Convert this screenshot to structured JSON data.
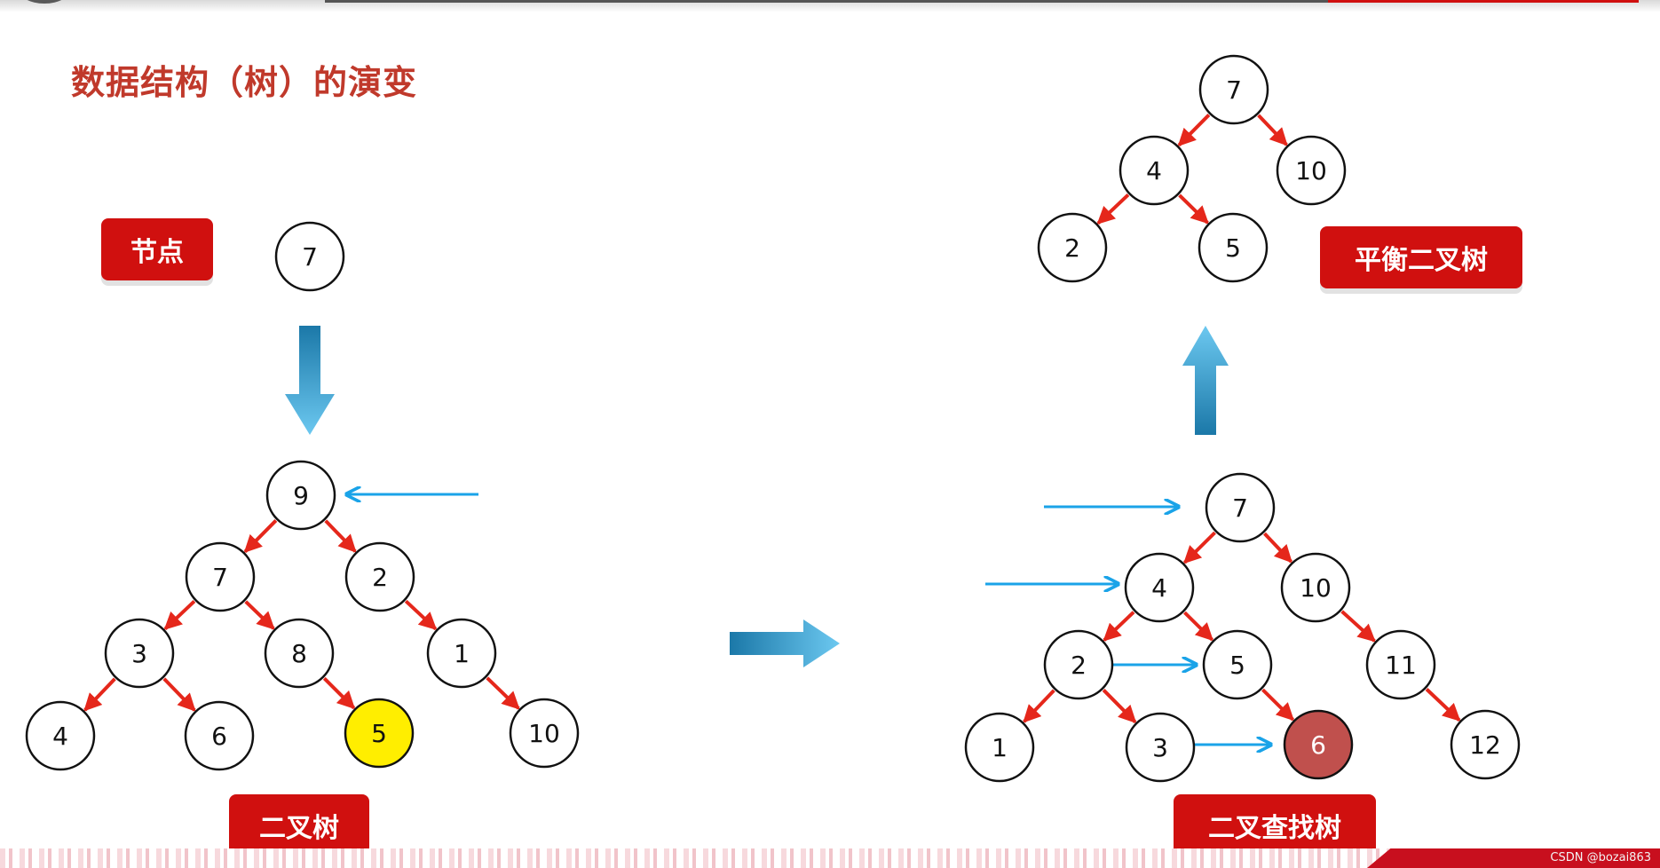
{
  "title": "数据结构（树）的演变",
  "labels": {
    "node": "节点",
    "binary_tree": "二叉树",
    "bst": "二叉查找树",
    "balanced": "平衡二叉树"
  },
  "single_node": "7",
  "binary_tree_nodes": [
    "9",
    "7",
    "2",
    "3",
    "8",
    "1",
    "4",
    "6",
    "5",
    "10"
  ],
  "bst_nodes": [
    "7",
    "4",
    "10",
    "2",
    "5",
    "11",
    "1",
    "3",
    "6",
    "12"
  ],
  "balanced_nodes": [
    "7",
    "4",
    "10",
    "2",
    "5"
  ],
  "footer": "CSDN @bozai863",
  "colors": {
    "accent": "#d0100f",
    "edge": "#e5271b",
    "pointer": "#1aa3e8",
    "highlight_yellow": "#ffee00",
    "highlight_red": "#c0504d"
  }
}
